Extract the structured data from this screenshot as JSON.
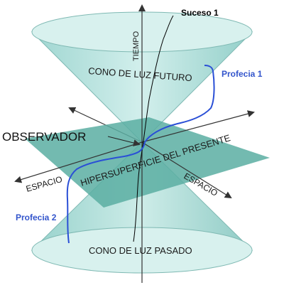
{
  "labels": {
    "event": "Suceso 1",
    "prophecy1": "Profecia 1",
    "prophecy2": "Profecia 2",
    "time_axis": "TIEMPO",
    "future_cone": "CONO DE LUZ FUTURO",
    "past_cone": "CONO DE LUZ PASADO",
    "observer": "OBSERVADOR",
    "present_hypersurface": "HIPERSUPERFICIE DEL PRESENTE",
    "space_left": "ESPACIO",
    "space_right": "ESPACIO"
  },
  "colors": {
    "cone_fill": "#bfe6e3",
    "cone_rim": "#d8f1ee",
    "cone_stroke": "#7fb9b3",
    "plane_fill": "#5aaea2",
    "world_line": "#000000",
    "prophecy_line": "#2a4fd6",
    "axis": "#333333"
  },
  "icons": {
    "axis_arrowheads": "arrowhead-icon"
  }
}
